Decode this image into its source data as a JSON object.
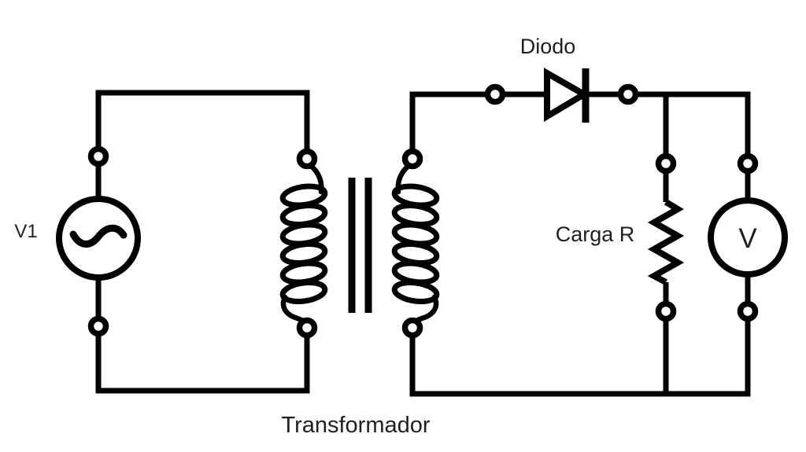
{
  "colors": {
    "line": "#000000",
    "text": "#1f1f1f",
    "background": "#ffffff"
  },
  "labels": {
    "source": "V1",
    "diode": "Diodo",
    "load": "Carga R",
    "voltmeter": "V",
    "transformer": "Transformador"
  },
  "components": [
    {
      "id": "v1",
      "type": "ac-voltage-source",
      "label": "V1"
    },
    {
      "id": "transformer",
      "type": "transformer",
      "label": "Transformador"
    },
    {
      "id": "diode",
      "type": "diode",
      "label": "Diodo"
    },
    {
      "id": "load-resistor",
      "type": "resistor",
      "label": "Carga R"
    },
    {
      "id": "voltmeter",
      "type": "voltmeter",
      "label": "V"
    }
  ]
}
